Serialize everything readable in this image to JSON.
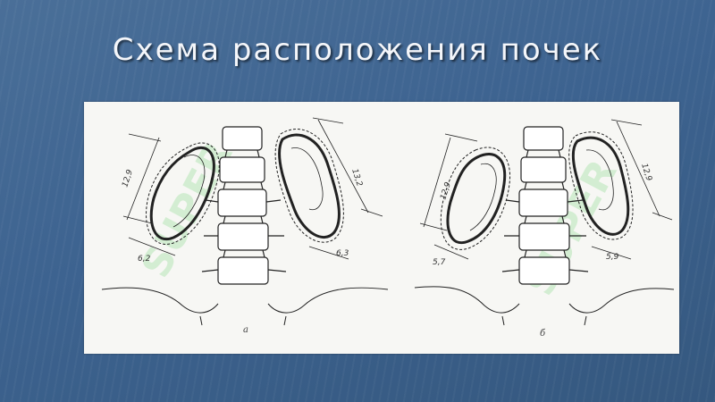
{
  "slide": {
    "title": "Схема расположения почек",
    "background_color": "#3d6390",
    "accent_color": "#f4f6fa"
  },
  "diagram": {
    "left": {
      "caption": "а",
      "left_kidney_length": "12,9",
      "left_kidney_width": "6,2",
      "right_kidney_length": "13,2",
      "right_kidney_width": "6,3"
    },
    "right": {
      "caption": "б",
      "left_kidney_length": "12,9",
      "left_kidney_width": "5,7",
      "right_kidney_length": "12,9",
      "right_kidney_width": "5,9"
    },
    "watermark": "SUPER"
  }
}
